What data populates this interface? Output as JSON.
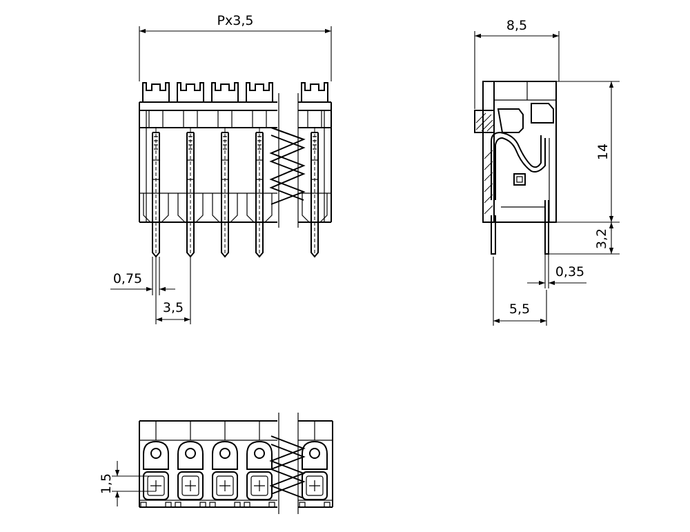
{
  "diagram": {
    "front_view": {
      "pitch_total_label": "Px3,5",
      "pin_width_label": "0,75",
      "pitch_label": "3,5"
    },
    "side_view": {
      "depth_label": "8,5",
      "height_label": "14",
      "pin_length_label": "3,2",
      "pin_thickness_label": "0,35",
      "pin_offset_label": "5,5"
    },
    "bottom_view": {
      "row_offset_label": "1,5"
    }
  }
}
